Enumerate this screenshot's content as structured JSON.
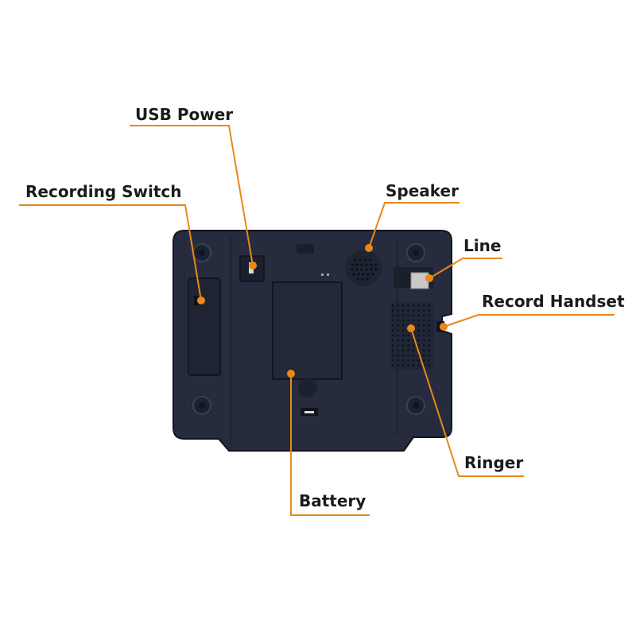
{
  "diagram": {
    "labels": {
      "usb_power": "USB Power",
      "recording_switch": "Recording Switch",
      "speaker": "Speaker",
      "line": "Line",
      "record_handset": "Record Handset",
      "ringer": "Ringer",
      "battery": "Battery"
    },
    "colors": {
      "leader": "#e8891a",
      "device_body": "#262c3d",
      "device_edge": "#11151f",
      "label_text": "#1b1b1b"
    }
  }
}
